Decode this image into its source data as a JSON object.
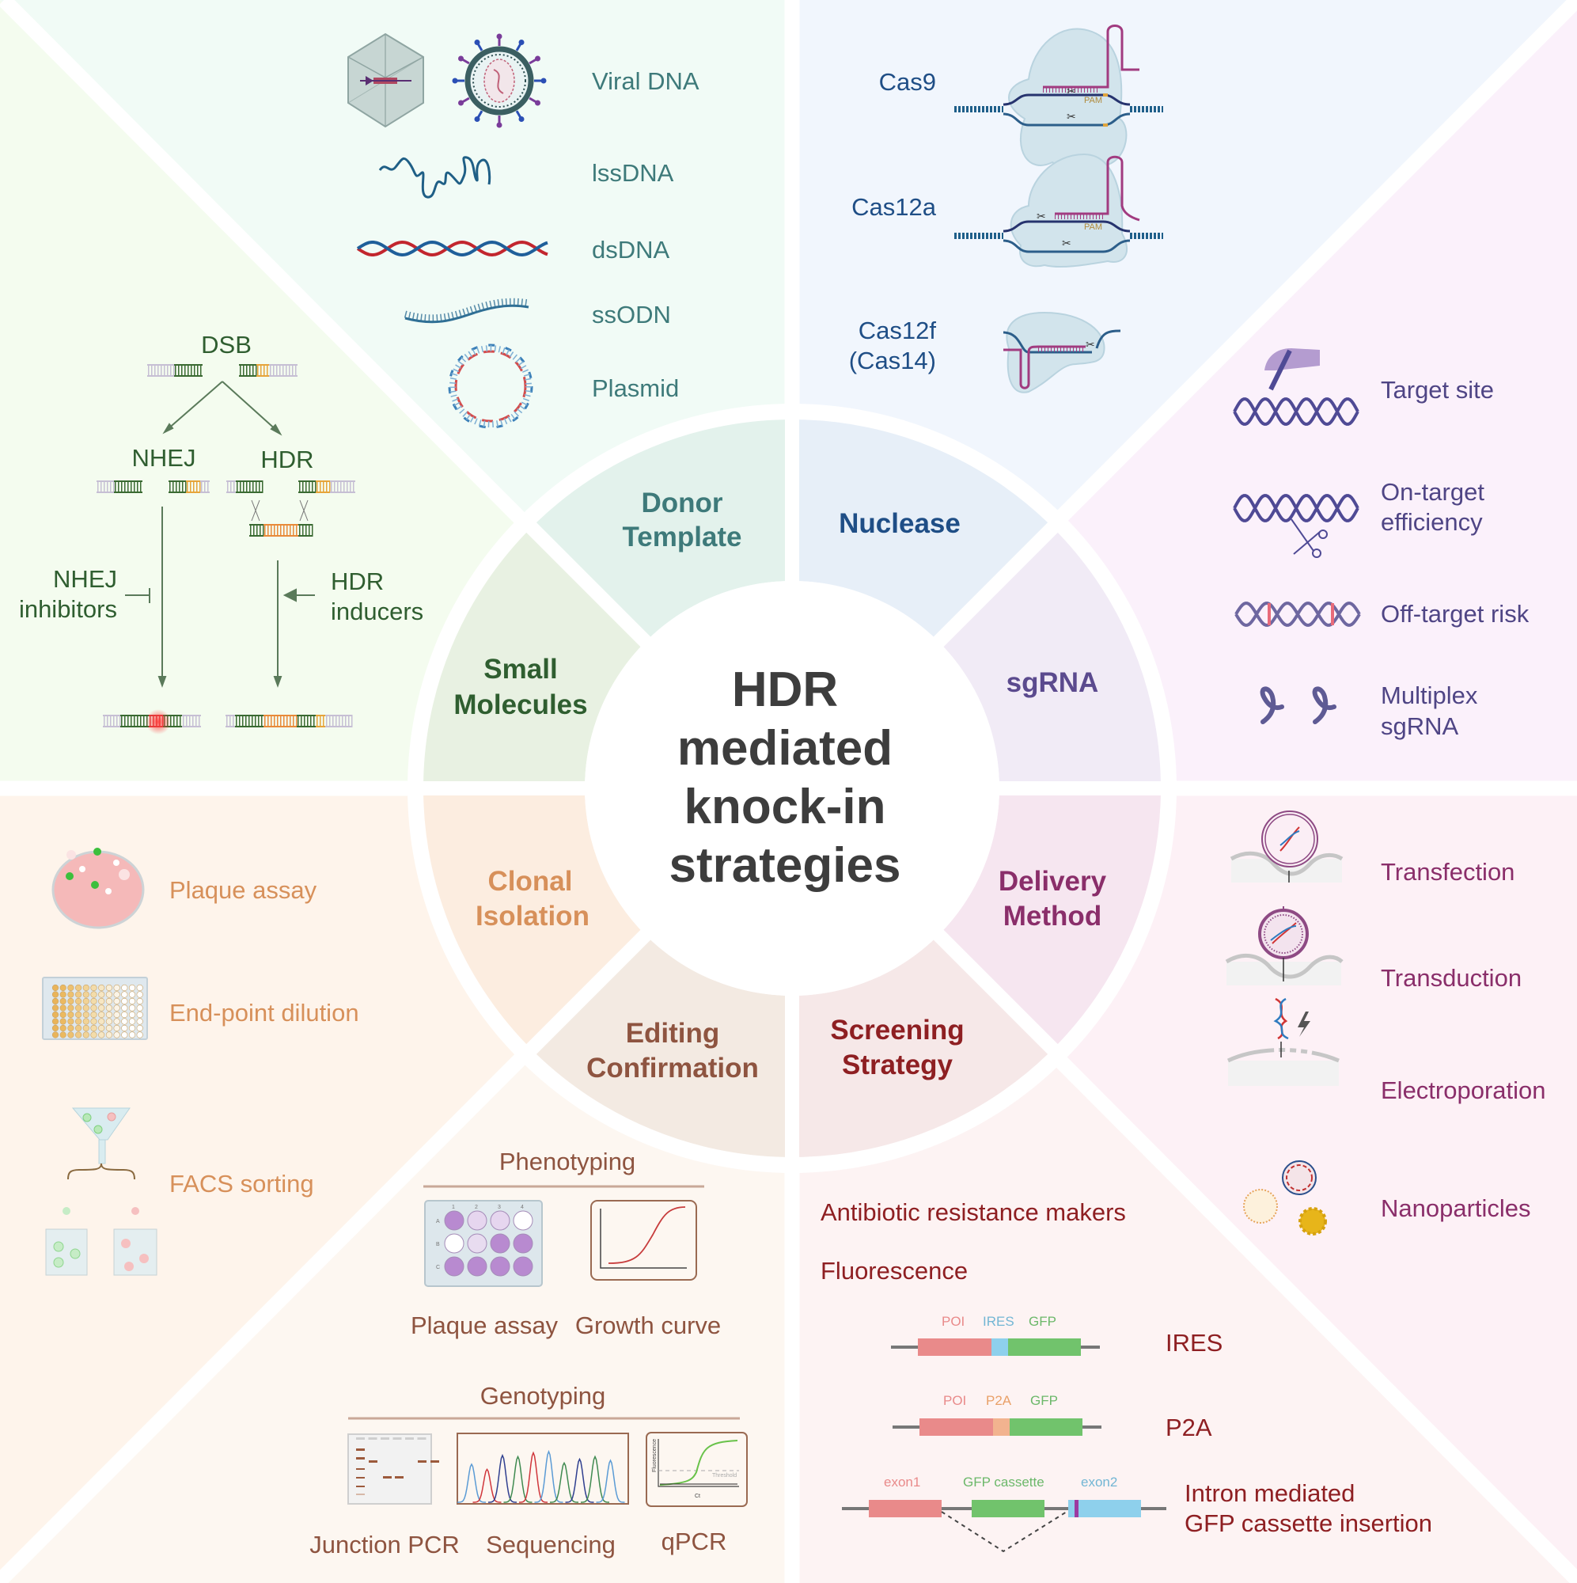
{
  "title": [
    "HDR",
    "mediated",
    "knock-in",
    "strategies"
  ],
  "colors": {
    "donor": "#3E7A7A",
    "nuclease": "#1F4E86",
    "sgrna": "#5B4A8E",
    "delivery": "#8A2E6A",
    "screening": "#8E1F22",
    "editing": "#8E5440",
    "clonal": "#D7905A",
    "small_molecules": "#2F5E30"
  },
  "segments": {
    "donor_template": [
      "Donor",
      "Template"
    ],
    "nuclease": [
      "Nuclease"
    ],
    "sgrna": [
      "sgRNA"
    ],
    "delivery_method": [
      "Delivery",
      "Method"
    ],
    "screening_strategy": [
      "Screening",
      "Strategy"
    ],
    "editing_confirmation": [
      "Editing",
      "Confirmation"
    ],
    "clonal_isolation": [
      "Clonal",
      "Isolation"
    ],
    "small_molecules": [
      "Small",
      "Molecules"
    ]
  },
  "donor_template": {
    "items": [
      "Viral DNA",
      "lssDNA",
      "dsDNA",
      "ssODN",
      "Plasmid"
    ]
  },
  "nuclease": {
    "items": [
      {
        "lines": [
          "Cas9"
        ],
        "pam": "PAM"
      },
      {
        "lines": [
          "Cas12a"
        ],
        "pam": "PAM"
      },
      {
        "lines": [
          "Cas12f",
          "(Cas14)"
        ]
      }
    ]
  },
  "sgrna": {
    "items": [
      {
        "lines": [
          "Target site"
        ]
      },
      {
        "lines": [
          "On-target",
          "efficiency"
        ]
      },
      {
        "lines": [
          "Off-target risk"
        ]
      },
      {
        "lines": [
          "Multiplex",
          "sgRNA"
        ]
      }
    ]
  },
  "delivery_method": {
    "items": [
      "Transfection",
      "Transduction",
      "Electroporation",
      "Nanoparticles"
    ]
  },
  "screening_strategy": {
    "items": [
      "Antibiotic resistance makers",
      "Fluorescence"
    ],
    "constructs": [
      {
        "name": "IRES",
        "parts": [
          "POI",
          "IRES",
          "GFP"
        ]
      },
      {
        "name": "P2A",
        "parts": [
          "POI",
          "P2A",
          "GFP"
        ]
      },
      {
        "name_lines": [
          "Intron mediated",
          "GFP cassette insertion"
        ],
        "parts": [
          "exon1",
          "GFP cassette",
          "exon2"
        ]
      }
    ]
  },
  "editing_confirmation": {
    "phenotyping": {
      "heading": "Phenotyping",
      "items": [
        "Plaque assay",
        "Growth curve"
      ],
      "plate_cols": [
        "1",
        "2",
        "3",
        "4"
      ],
      "plate_rows": [
        "A",
        "B",
        "C"
      ]
    },
    "genotyping": {
      "heading": "Genotyping",
      "items": [
        "Junction PCR",
        "Sequencing",
        "qPCR"
      ],
      "qpcr_axis_y": "Fluorescence",
      "qpcr_axis_x": "Ct",
      "qpcr_threshold": "Threshold"
    }
  },
  "clonal_isolation": {
    "items": [
      "Plaque assay",
      "End-point dilution",
      "FACS sorting"
    ]
  },
  "small_molecules": {
    "dsb": "DSB",
    "nhej": "NHEJ",
    "hdr": "HDR",
    "nhej_inhibitors": [
      "NHEJ",
      "inhibitors"
    ],
    "hdr_inducers": [
      "HDR",
      "inducers"
    ]
  }
}
